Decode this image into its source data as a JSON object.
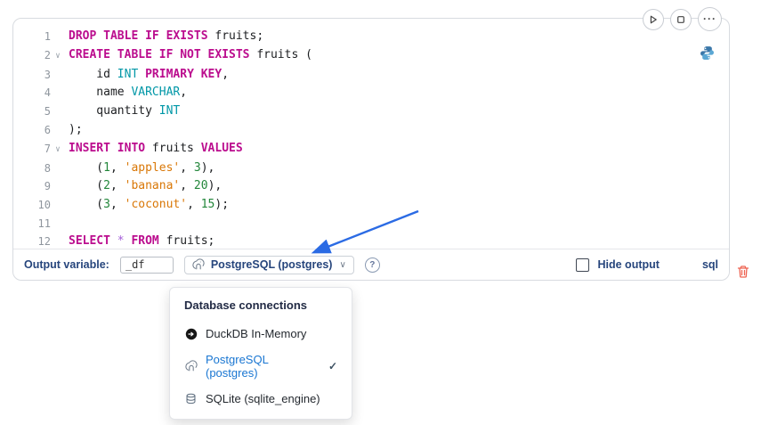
{
  "icons": {
    "chevron_down": "∨",
    "check": "✓",
    "ellipsis": "···",
    "question": "?"
  },
  "colors": {
    "keyword": "#BB0D8E",
    "type": "#0097A7",
    "string": "#D97706",
    "number": "#22863A",
    "operator": "#A45DD8",
    "accent_blue": "#1976D2",
    "arrow_blue": "#2B6BE4",
    "trash_red": "#EE6352",
    "label_navy": "#26457C"
  },
  "editor": {
    "lines": [
      {
        "n": "1",
        "fold": false,
        "tokens": [
          [
            "kw",
            "DROP TABLE IF EXISTS"
          ],
          [
            "pl",
            " fruits;"
          ]
        ]
      },
      {
        "n": "2",
        "fold": true,
        "tokens": [
          [
            "kw",
            "CREATE TABLE IF NOT EXISTS"
          ],
          [
            "pl",
            " fruits ("
          ]
        ]
      },
      {
        "n": "3",
        "fold": false,
        "tokens": [
          [
            "pl",
            "    id "
          ],
          [
            "ty",
            "INT"
          ],
          [
            "pl",
            " "
          ],
          [
            "kw",
            "PRIMARY KEY"
          ],
          [
            "pl",
            ","
          ]
        ]
      },
      {
        "n": "4",
        "fold": false,
        "tokens": [
          [
            "pl",
            "    name "
          ],
          [
            "ty",
            "VARCHAR"
          ],
          [
            "pl",
            ","
          ]
        ]
      },
      {
        "n": "5",
        "fold": false,
        "tokens": [
          [
            "pl",
            "    quantity "
          ],
          [
            "ty",
            "INT"
          ]
        ]
      },
      {
        "n": "6",
        "fold": false,
        "tokens": [
          [
            "pl",
            ");"
          ]
        ]
      },
      {
        "n": "7",
        "fold": true,
        "tokens": [
          [
            "kw",
            "INSERT INTO"
          ],
          [
            "pl",
            " fruits "
          ],
          [
            "kw",
            "VALUES"
          ]
        ]
      },
      {
        "n": "8",
        "fold": false,
        "tokens": [
          [
            "pl",
            "    ("
          ],
          [
            "num",
            "1"
          ],
          [
            "pl",
            ", "
          ],
          [
            "str",
            "'apples'"
          ],
          [
            "pl",
            ", "
          ],
          [
            "num",
            "3"
          ],
          [
            "pl",
            "),"
          ]
        ]
      },
      {
        "n": "9",
        "fold": false,
        "tokens": [
          [
            "pl",
            "    ("
          ],
          [
            "num",
            "2"
          ],
          [
            "pl",
            ", "
          ],
          [
            "str",
            "'banana'"
          ],
          [
            "pl",
            ", "
          ],
          [
            "num",
            "20"
          ],
          [
            "pl",
            "),"
          ]
        ]
      },
      {
        "n": "10",
        "fold": false,
        "tokens": [
          [
            "pl",
            "    ("
          ],
          [
            "num",
            "3"
          ],
          [
            "pl",
            ", "
          ],
          [
            "str",
            "'coconut'"
          ],
          [
            "pl",
            ", "
          ],
          [
            "num",
            "15"
          ],
          [
            "pl",
            ");"
          ]
        ]
      },
      {
        "n": "11",
        "fold": false,
        "tokens": []
      },
      {
        "n": "12",
        "fold": false,
        "tokens": [
          [
            "kw",
            "SELECT"
          ],
          [
            "pl",
            " "
          ],
          [
            "op",
            "*"
          ],
          [
            "pl",
            " "
          ],
          [
            "kw",
            "FROM"
          ],
          [
            "pl",
            " fruits;"
          ]
        ]
      }
    ]
  },
  "toolbar": {
    "output_variable_label": "Output variable:",
    "output_variable_value": "_df",
    "connection_label": "PostgreSQL (postgres)",
    "hide_output_label": "Hide output",
    "language_label": "sql"
  },
  "dropdown": {
    "title": "Database connections",
    "items": [
      {
        "label": "DuckDB In-Memory",
        "selected": false
      },
      {
        "label": "PostgreSQL (postgres)",
        "selected": true
      },
      {
        "label": "SQLite (sqlite_engine)",
        "selected": false
      }
    ]
  }
}
